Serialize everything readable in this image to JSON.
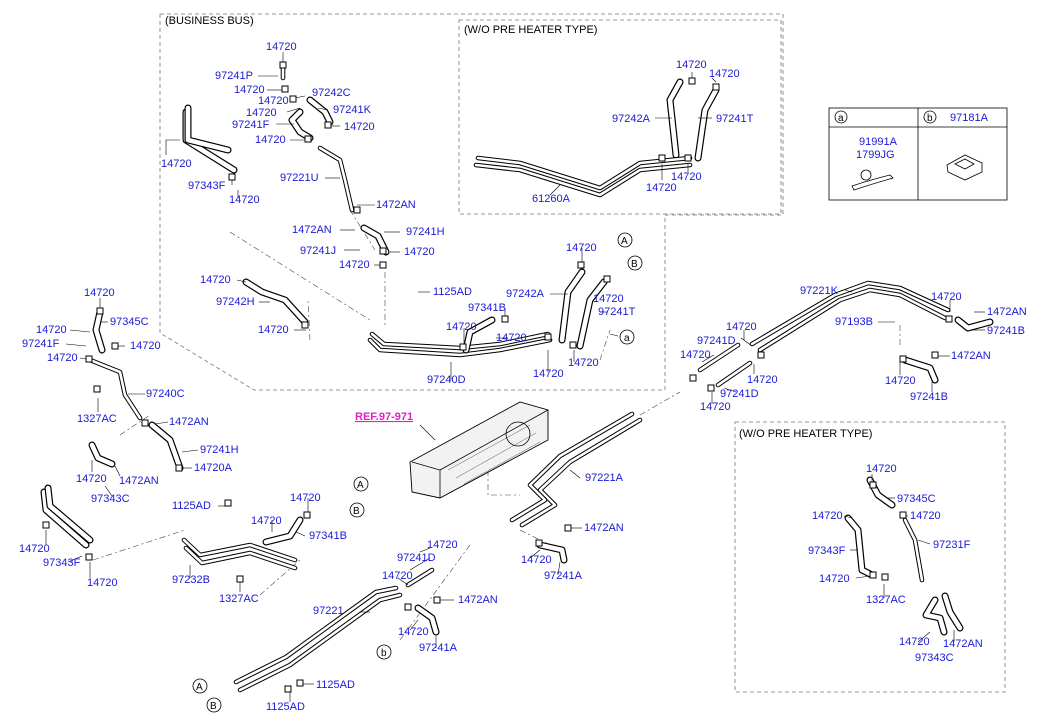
{
  "sections": {
    "business_bus": "(BUSINESS BUS)",
    "wo_pre_heater_top": "(W/O PRE HEATER TYPE)",
    "wo_pre_heater_right": "(W/O PRE HEATER TYPE)"
  },
  "ref_label": "REF.97-971",
  "legend": {
    "a_letter": "a",
    "b_letter": "b",
    "a_part1": "91991A",
    "a_part2": "1799JG",
    "b_part": "97181A"
  },
  "circle_markers": {
    "A": "A",
    "B": "B",
    "a": "a",
    "b": "b"
  },
  "labels": [
    {
      "id": "l1",
      "text": "14720"
    },
    {
      "id": "l2",
      "text": "97241P"
    },
    {
      "id": "l3",
      "text": "14720"
    },
    {
      "id": "l4",
      "text": "97242C"
    },
    {
      "id": "l5",
      "text": "14720"
    },
    {
      "id": "l6",
      "text": "97241K"
    },
    {
      "id": "l7",
      "text": "14720"
    },
    {
      "id": "l8",
      "text": "97241F"
    },
    {
      "id": "l9",
      "text": "14720"
    },
    {
      "id": "l10",
      "text": "14720"
    },
    {
      "id": "l11",
      "text": "14720"
    },
    {
      "id": "l12",
      "text": "97343F"
    },
    {
      "id": "l13",
      "text": "97221U"
    },
    {
      "id": "l14",
      "text": "14720"
    },
    {
      "id": "l15",
      "text": "1472AN"
    },
    {
      "id": "l16",
      "text": "1472AN"
    },
    {
      "id": "l17",
      "text": "97241H"
    },
    {
      "id": "l18",
      "text": "97241J"
    },
    {
      "id": "l19",
      "text": "14720"
    },
    {
      "id": "l20",
      "text": "14720"
    },
    {
      "id": "l21",
      "text": "14720"
    },
    {
      "id": "l22",
      "text": "97242H"
    },
    {
      "id": "l23",
      "text": "14720"
    },
    {
      "id": "l24",
      "text": "1125AD"
    },
    {
      "id": "l25",
      "text": "14720"
    },
    {
      "id": "l26",
      "text": "97242A"
    },
    {
      "id": "l27",
      "text": "97341B"
    },
    {
      "id": "l28",
      "text": "14720"
    },
    {
      "id": "l29",
      "text": "97241T"
    },
    {
      "id": "l30",
      "text": "14720"
    },
    {
      "id": "l31",
      "text": "14720"
    },
    {
      "id": "l32",
      "text": "14720"
    },
    {
      "id": "l33",
      "text": "14720"
    },
    {
      "id": "l34",
      "text": "97240D"
    },
    {
      "id": "l35",
      "text": "14720"
    },
    {
      "id": "l36",
      "text": "14720"
    },
    {
      "id": "l37",
      "text": "97242A"
    },
    {
      "id": "l38",
      "text": "97241T"
    },
    {
      "id": "l39",
      "text": "14720"
    },
    {
      "id": "l40",
      "text": "14720"
    },
    {
      "id": "l41",
      "text": "61260A"
    },
    {
      "id": "l42",
      "text": "97221K"
    },
    {
      "id": "l43",
      "text": "14720"
    },
    {
      "id": "l44",
      "text": "1472AN"
    },
    {
      "id": "l45",
      "text": "97193B"
    },
    {
      "id": "l46",
      "text": "97241B"
    },
    {
      "id": "l47",
      "text": "1472AN"
    },
    {
      "id": "l48",
      "text": "14720"
    },
    {
      "id": "l49",
      "text": "97241B"
    },
    {
      "id": "l50",
      "text": "14720"
    },
    {
      "id": "l51",
      "text": "97241D"
    },
    {
      "id": "l52",
      "text": "14720"
    },
    {
      "id": "l53",
      "text": "14720"
    },
    {
      "id": "l54",
      "text": "97241D"
    },
    {
      "id": "l55",
      "text": "14720"
    },
    {
      "id": "l56",
      "text": "14720"
    },
    {
      "id": "l57",
      "text": "97345C"
    },
    {
      "id": "l58",
      "text": "14720"
    },
    {
      "id": "l59",
      "text": "97241F"
    },
    {
      "id": "l60",
      "text": "14720"
    },
    {
      "id": "l61",
      "text": "14720"
    },
    {
      "id": "l62",
      "text": "97240C"
    },
    {
      "id": "l63",
      "text": "1327AC"
    },
    {
      "id": "l64",
      "text": "1472AN"
    },
    {
      "id": "l65",
      "text": "97241H"
    },
    {
      "id": "l66",
      "text": "14720A"
    },
    {
      "id": "l67",
      "text": "14720"
    },
    {
      "id": "l68",
      "text": "1472AN"
    },
    {
      "id": "l69",
      "text": "97343C"
    },
    {
      "id": "l70",
      "text": "1125AD"
    },
    {
      "id": "l71",
      "text": "14720"
    },
    {
      "id": "l72",
      "text": "14720"
    },
    {
      "id": "l73",
      "text": "97341B"
    },
    {
      "id": "l74",
      "text": "14720"
    },
    {
      "id": "l75",
      "text": "97343F"
    },
    {
      "id": "l76",
      "text": "14720"
    },
    {
      "id": "l77",
      "text": "97232B"
    },
    {
      "id": "l78",
      "text": "1327AC"
    },
    {
      "id": "l79",
      "text": "97221A"
    },
    {
      "id": "l80",
      "text": "1472AN"
    },
    {
      "id": "l81",
      "text": "14720"
    },
    {
      "id": "l82",
      "text": "97241A"
    },
    {
      "id": "l83",
      "text": "14720"
    },
    {
      "id": "l84",
      "text": "97241D"
    },
    {
      "id": "l85",
      "text": "14720"
    },
    {
      "id": "l86",
      "text": "97221"
    },
    {
      "id": "l87",
      "text": "1472AN"
    },
    {
      "id": "l88",
      "text": "14720"
    },
    {
      "id": "l89",
      "text": "97241A"
    },
    {
      "id": "l90",
      "text": "1125AD"
    },
    {
      "id": "l91",
      "text": "1125AD"
    },
    {
      "id": "l92",
      "text": "14720"
    },
    {
      "id": "l93",
      "text": "97345C"
    },
    {
      "id": "l94",
      "text": "14720"
    },
    {
      "id": "l95",
      "text": "14720"
    },
    {
      "id": "l96",
      "text": "97343F"
    },
    {
      "id": "l97",
      "text": "97231F"
    },
    {
      "id": "l98",
      "text": "14720"
    },
    {
      "id": "l99",
      "text": "1327AC"
    },
    {
      "id": "l100",
      "text": "14720"
    },
    {
      "id": "l101",
      "text": "1472AN"
    },
    {
      "id": "l102",
      "text": "97343C"
    }
  ]
}
